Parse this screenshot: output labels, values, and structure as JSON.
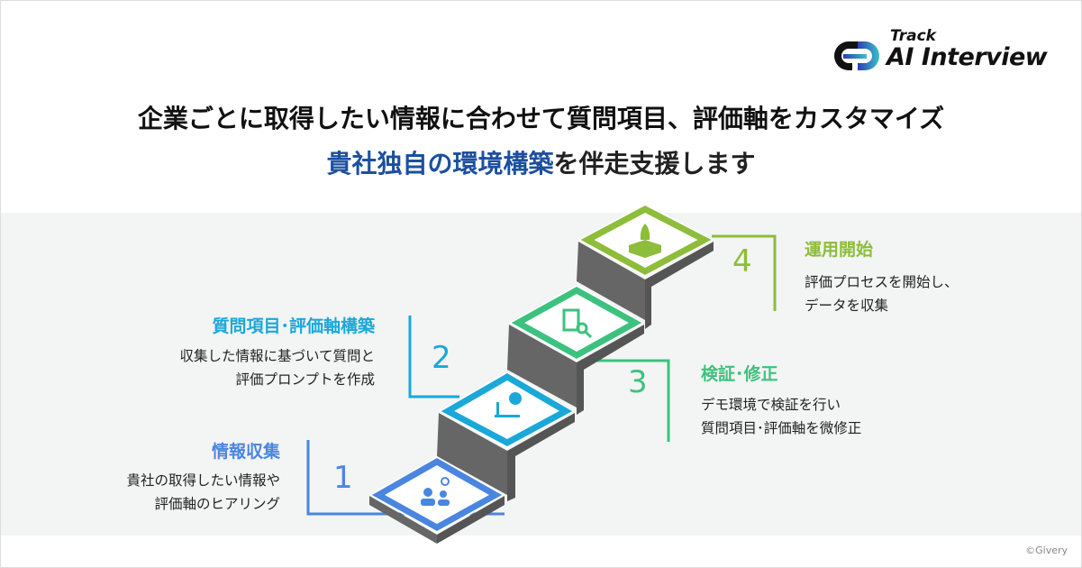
{
  "logo": {
    "line1": "Track",
    "line2": "AI Interview"
  },
  "headline": {
    "line1": "企業ごとに取得したい情報に合わせて質問項目、評価軸をカスタマイズ",
    "line2_highlight": "貴社独自の環境構築",
    "line2_rest": "を伴走支援します"
  },
  "steps": [
    {
      "number": "1",
      "title": "情報収集",
      "desc1": "貴社の取得したい情報や",
      "desc2": "評価軸のヒアリング",
      "color": "#4a86e0",
      "icon": "people-search-icon"
    },
    {
      "number": "2",
      "title": "質問項目･評価軸構築",
      "desc1": "収集した情報に基づいて質問と",
      "desc2": "評価プロンプトを作成",
      "color": "#1aa8d9",
      "icon": "laptop-question-icon"
    },
    {
      "number": "3",
      "title": "検証･修正",
      "desc1": "デモ環境で検証を行い",
      "desc2": "質問項目･評価軸を微修正",
      "color": "#3cc27e",
      "icon": "clipboard-search-icon"
    },
    {
      "number": "4",
      "title": "運用開始",
      "desc1": "評価プロセスを開始し、",
      "desc2": "データを収集",
      "color": "#8dbd3a",
      "icon": "rocket-launch-icon"
    }
  ],
  "copyright": "©Givery"
}
